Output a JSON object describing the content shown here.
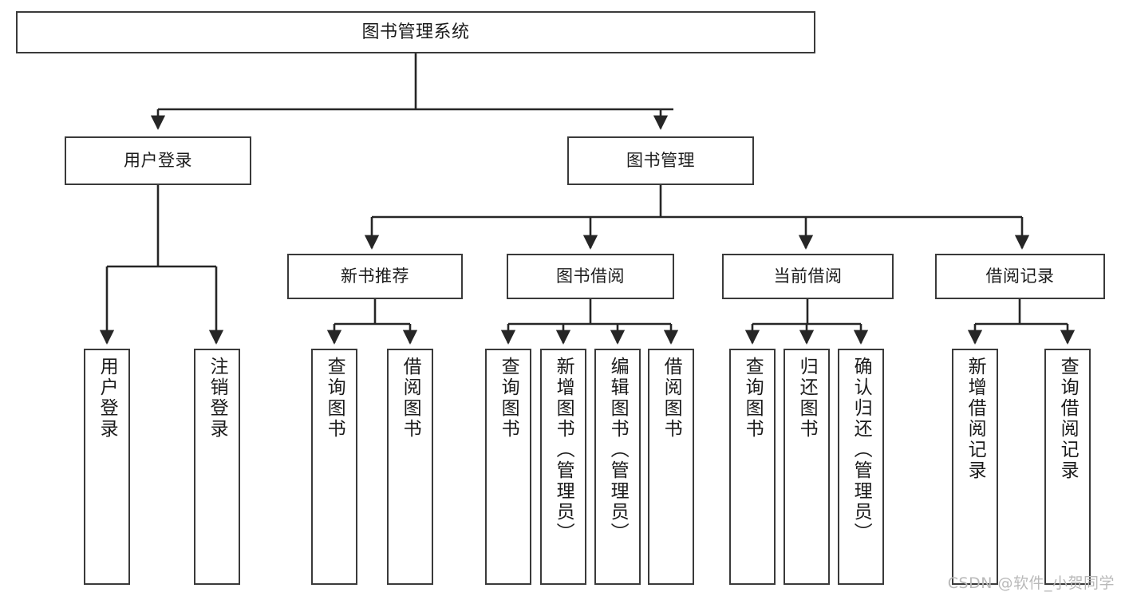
{
  "diagram": {
    "title": "图书管理系统",
    "type": "tree-hierarchy-chart",
    "style": {
      "box_border": "#3a3a3a",
      "box_fill": "#ffffff",
      "line": "#262626",
      "text": "#1b1b1b"
    },
    "levels": {
      "root": {
        "label": "图书管理系统"
      },
      "level2": [
        {
          "id": "user-login",
          "label": "用户登录"
        },
        {
          "id": "book-manage",
          "label": "图书管理"
        }
      ],
      "level3": [
        {
          "id": "new-book-rec",
          "label": "新书推荐"
        },
        {
          "id": "book-borrow",
          "label": "图书借阅"
        },
        {
          "id": "current-borrow",
          "label": "当前借阅"
        },
        {
          "id": "borrow-record",
          "label": "借阅记录"
        }
      ],
      "leaves": {
        "user-login": [
          {
            "id": "leaf-user-login",
            "label": "用户登录"
          },
          {
            "id": "leaf-user-logout",
            "label": "注销登录"
          }
        ],
        "new-book-rec": [
          {
            "id": "leaf-query-book-1",
            "label": "查询图书"
          },
          {
            "id": "leaf-borrow-book-1",
            "label": "借阅图书"
          }
        ],
        "book-borrow": [
          {
            "id": "leaf-query-book-2",
            "label": "查询图书"
          },
          {
            "id": "leaf-add-book",
            "label": "新增图书（管理员）"
          },
          {
            "id": "leaf-edit-book",
            "label": "编辑图书（管理员）"
          },
          {
            "id": "leaf-borrow-book-2",
            "label": "借阅图书"
          }
        ],
        "current-borrow": [
          {
            "id": "leaf-query-book-3",
            "label": "查询图书"
          },
          {
            "id": "leaf-return-book",
            "label": "归还图书"
          },
          {
            "id": "leaf-confirm-return",
            "label": "确认归还（管理员）"
          }
        ],
        "borrow-record": [
          {
            "id": "leaf-add-record",
            "label": "新增借阅记录"
          },
          {
            "id": "leaf-query-record",
            "label": "查询借阅记录"
          }
        ]
      }
    }
  },
  "watermark": {
    "text": "CSDN @软件_小贺同学"
  }
}
